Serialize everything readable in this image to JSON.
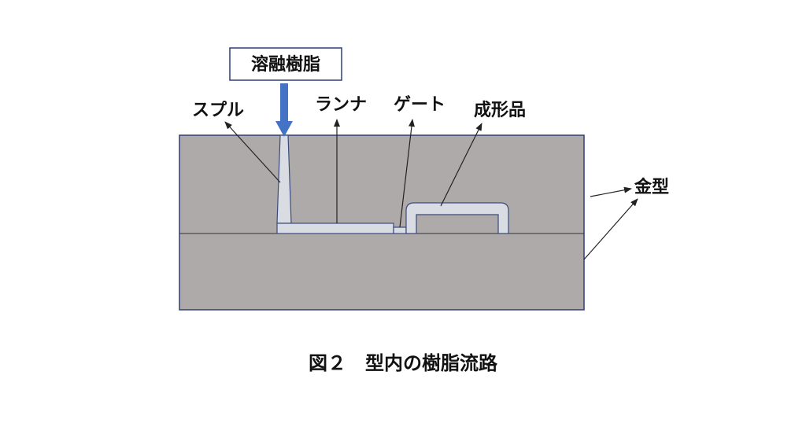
{
  "labels": {
    "molten_resin": "溶融樹脂",
    "sprue": "スプル",
    "runner": "ランナ",
    "gate": "ゲート",
    "molded_part": "成形品",
    "mold": "金型"
  },
  "caption": "図２　型内の樹脂流路",
  "colors": {
    "mold_fill": "#aeaaaa",
    "mold_border": "#2f3f73",
    "cavity_fill": "#d9dde3",
    "cavity_border": "#3b4a7a",
    "arrow_blue": "#4472c4",
    "label_box_border": "#2f3f73",
    "leader_line": "#222222",
    "text": "#111111"
  }
}
